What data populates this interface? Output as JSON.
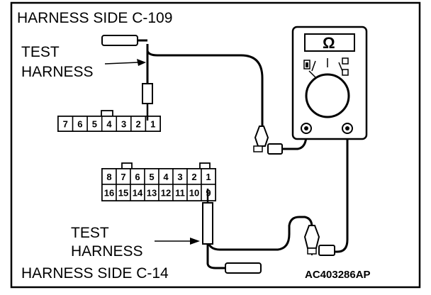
{
  "labels": {
    "title_top": "HARNESS SIDE C-109",
    "test_harness_top_line1": "TEST",
    "test_harness_top_line2": "HARNESS",
    "test_harness_bottom_line1": "TEST",
    "test_harness_bottom_line2": "HARNESS",
    "title_bottom": "HARNESS SIDE C-14",
    "figure_code": "AC403286AP"
  },
  "connector_c109": {
    "pins": [
      "7",
      "6",
      "5",
      "4",
      "3",
      "2",
      "1"
    ]
  },
  "connector_c14": {
    "row_top": [
      "8",
      "7",
      "6",
      "5",
      "4",
      "3",
      "2",
      "1"
    ],
    "row_bottom": [
      "16",
      "15",
      "14",
      "13",
      "12",
      "11",
      "10",
      "9"
    ]
  },
  "meter": {
    "display": "Ω"
  },
  "colors": {
    "ink": "#000000",
    "paper": "#ffffff"
  }
}
